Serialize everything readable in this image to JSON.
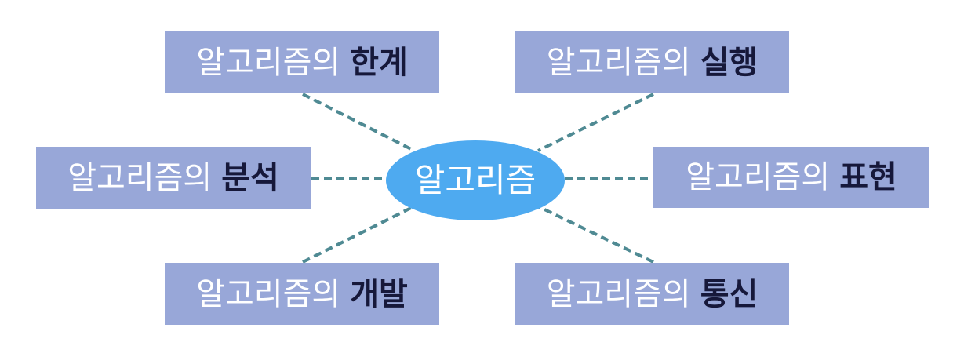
{
  "center": {
    "label": "알고리즘"
  },
  "nodes": {
    "top_left": {
      "prefix": "알고리즘의",
      "suffix": "한계"
    },
    "top_right": {
      "prefix": "알고리즘의",
      "suffix": "실행"
    },
    "mid_left": {
      "prefix": "알고리즘의",
      "suffix": "분석"
    },
    "mid_right": {
      "prefix": "알고리즘의",
      "suffix": "표현"
    },
    "bot_left": {
      "prefix": "알고리즘의",
      "suffix": "개발"
    },
    "bot_right": {
      "prefix": "알고리즘의",
      "suffix": "통신"
    }
  },
  "colors": {
    "node_fill": "#98a7d8",
    "center_fill": "#4eaaf0",
    "connector": "#4f8a93",
    "prefix_text": "#ffffff",
    "suffix_text": "#16183a"
  }
}
